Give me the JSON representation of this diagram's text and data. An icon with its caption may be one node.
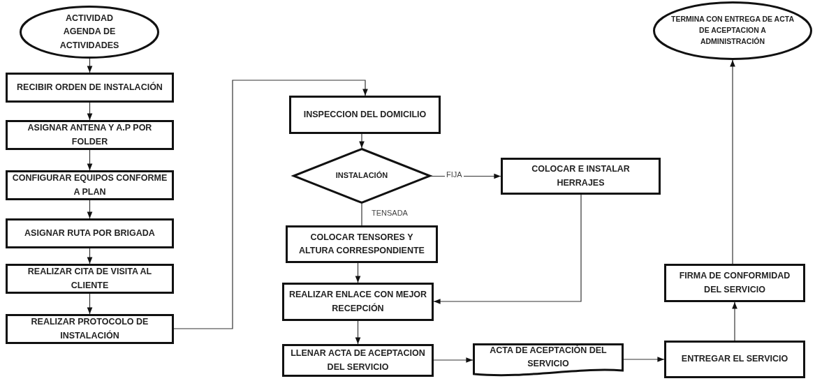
{
  "diagram": {
    "nodes": [
      {
        "text": [
          "ACTIVIDAD AGENDA DE ACTIVIDADES"
        ]
      },
      {
        "text": [
          "RECIBIR ORDEN DE INSTALACIÓN"
        ]
      },
      {
        "text": [
          "ASIGNAR ANTENA Y A.P POR FOLDER"
        ]
      },
      {
        "text": [
          "CONFIGURAR EQUIPOS CONFORME A PLAN"
        ]
      },
      {
        "text": [
          "ASIGNAR RUTA POR BRIGADA"
        ]
      },
      {
        "text": [
          "REALIZAR CITA DE VISITA AL CLIENTE"
        ]
      },
      {
        "text": [
          "REALIZAR PROTOCOLO DE INSTALACIÓN"
        ]
      },
      {
        "text": [
          "INSPECCION DEL DOMICILIO"
        ]
      },
      {
        "text": [
          "INSTALACIÓN"
        ]
      },
      {
        "text": [
          "COLOCAR E INSTALAR HERRAJES"
        ]
      },
      {
        "text": [
          "COLOCAR TENSORES Y ALTURA CORRESPONDIENTE"
        ]
      },
      {
        "text": [
          "REALIZAR ENLACE CON MEJOR RECEPCIÓN"
        ]
      },
      {
        "text": [
          "LLENAR ACTA DE ACEPTACION DEL SERVICIO"
        ]
      },
      {
        "text": [
          "ACTA DE ACEPTACIÓN DEL SERVICIO"
        ]
      },
      {
        "text": [
          "ENTREGAR EL SERVICIO"
        ]
      },
      {
        "text": [
          "FIRMA DE CONFORMIDAD DEL SERVICIO"
        ]
      },
      {
        "text": [
          "TERMINA CON ENTREGA DE ACTA DE ACEPTACION A ADMINISTRACIÓN"
        ]
      }
    ],
    "edges": [
      {
        "from": 0,
        "to": 1,
        "arrow": "to"
      },
      {
        "from": 1,
        "to": 2,
        "arrow": "to"
      },
      {
        "from": 2,
        "to": 3,
        "arrow": "to"
      },
      {
        "from": 3,
        "to": 4,
        "arrow": "to"
      },
      {
        "from": 4,
        "to": 5,
        "arrow": "to"
      },
      {
        "from": 5,
        "to": 6,
        "arrow": "to"
      },
      {
        "from": 6,
        "to": 7,
        "arrow": "to"
      },
      {
        "from": 7,
        "to": 8,
        "arrow": "to"
      },
      {
        "from": 8,
        "to": 9,
        "arrow": "to",
        "label": "FIJA"
      },
      {
        "from": 8,
        "to": 10,
        "arrow": "none",
        "label": "TENSADA"
      },
      {
        "from": 10,
        "to": 11,
        "arrow": "to"
      },
      {
        "from": 9,
        "to": 11,
        "arrow": "to"
      },
      {
        "from": 11,
        "to": 12,
        "arrow": "to"
      },
      {
        "from": 12,
        "to": 13,
        "arrow": "to"
      },
      {
        "from": 13,
        "to": 14,
        "arrow": "to"
      },
      {
        "from": 14,
        "to": 15,
        "arrow": "to"
      },
      {
        "from": 15,
        "to": 16,
        "arrow": "to"
      }
    ]
  }
}
